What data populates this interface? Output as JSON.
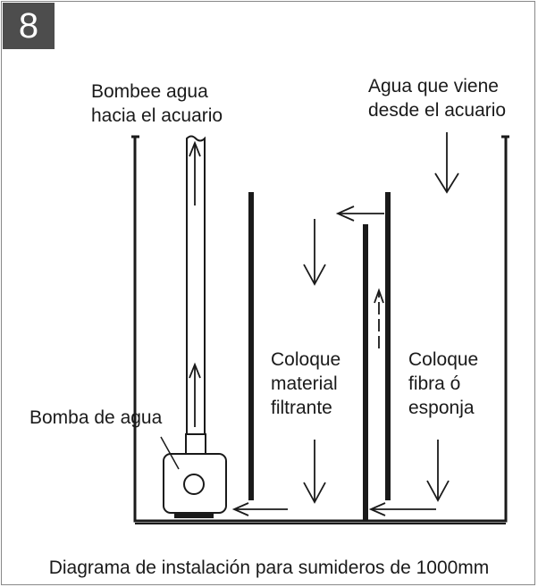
{
  "step_number": "8",
  "labels": {
    "pump_out": [
      "Bombee agua",
      "hacia el acuario"
    ],
    "water_in": [
      "Agua que viene",
      "desde el acuario"
    ],
    "filter_material": [
      "Coloque",
      "material",
      "filtrante"
    ],
    "fiber_sponge": [
      "Coloque",
      "fibra ó",
      "esponja"
    ],
    "pump": "Bomba de agua"
  },
  "caption": "Diagrama de instalación para sumideros de 1000mm"
}
